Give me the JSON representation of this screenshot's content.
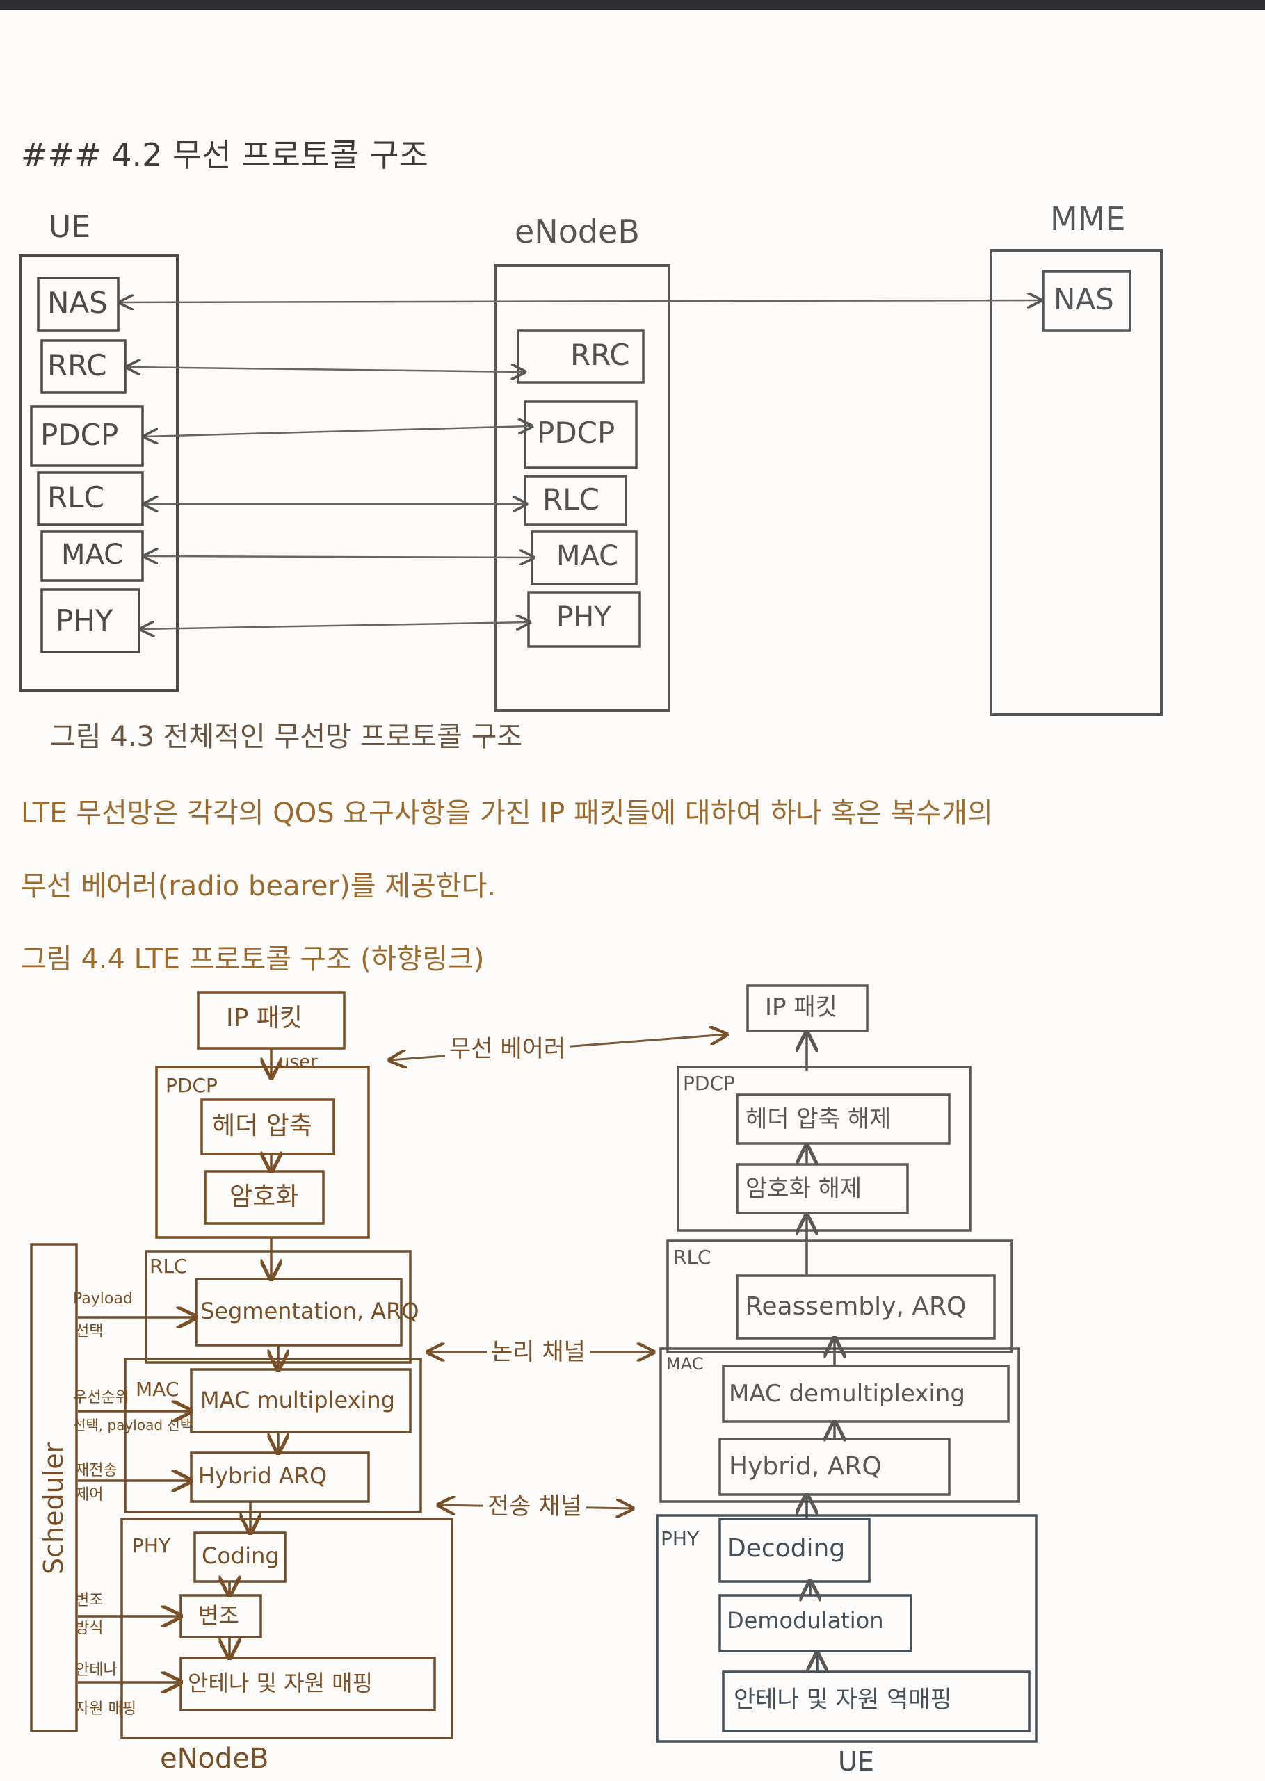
{
  "heading": "### 4.2 무선 프로토콜 구조",
  "fig43": {
    "ue_label": "UE",
    "enodeb_label": "eNodeB",
    "mme_label": "MME",
    "ue_layers": [
      "NAS",
      "RRC",
      "PDCP",
      "RLC",
      "MAC",
      "PHY"
    ],
    "enb_layers": [
      "RRC",
      "PDCP",
      "RLC",
      "MAC",
      "PHY"
    ],
    "mme_layers": [
      "NAS"
    ],
    "caption": "그림 4.3 전체적인 무선망 프로토콜 구조"
  },
  "paragraph": {
    "line1": "LTE 무선망은 각각의 QOS 요구사항을 가진 IP 패킷들에 대하여 하나 혹은 복수개의",
    "line2": "무선 베어러(radio bearer)를 제공한다."
  },
  "fig44": {
    "caption": "그림 4.4 LTE 프로토콜 구조 (하향링크)",
    "enb": {
      "ip_packet": "IP 패킷",
      "user": "user",
      "pdcp": "PDCP",
      "header_compression": "헤더 압축",
      "ciphering": "암호화",
      "rlc": "RLC",
      "segmentation": "Segmentation, ARQ",
      "mac": "MAC",
      "mac_mux": "MAC multiplexing",
      "harq": "Hybrid ARQ",
      "phy": "PHY",
      "coding": "Coding",
      "modulation": "변조",
      "antenna": "안테나 및 자원 매핑",
      "label": "eNodeB"
    },
    "scheduler": {
      "label": "Scheduler",
      "payload": "Payload",
      "select": "선택",
      "priority": "우선순위",
      "select_payload": "선택, payload 선택",
      "retx": "재전송",
      "control": "제어",
      "modulation": "변조",
      "scheme": "방식",
      "antenna": "안테나",
      "resource_mapping": "자원 매핑"
    },
    "channels": {
      "radio_bearer": "무선 베어러",
      "logical": "논리 채널",
      "transport": "전송 채널"
    },
    "ue": {
      "ip_packet": "IP 패킷",
      "pdcp": "PDCP",
      "header_decompression": "헤더 압축 해제",
      "deciphering": "암호화 해제",
      "rlc": "RLC",
      "reassembly": "Reassembly, ARQ",
      "mac": "MAC",
      "mac_demux": "MAC demultiplexing",
      "harq": "Hybrid, ARQ",
      "phy": "PHY",
      "decoding": "Decoding",
      "demodulation": "Demodulation",
      "antenna": "안테나 및 자원 역매핑",
      "label": "UE"
    }
  },
  "colors": {
    "ink_top": "#4e4a46",
    "ink_brown": "#7a4f25",
    "ink_gold": "#9c6a2d",
    "ink_gray": "#5a5855",
    "ink_slate": "#46505a"
  }
}
